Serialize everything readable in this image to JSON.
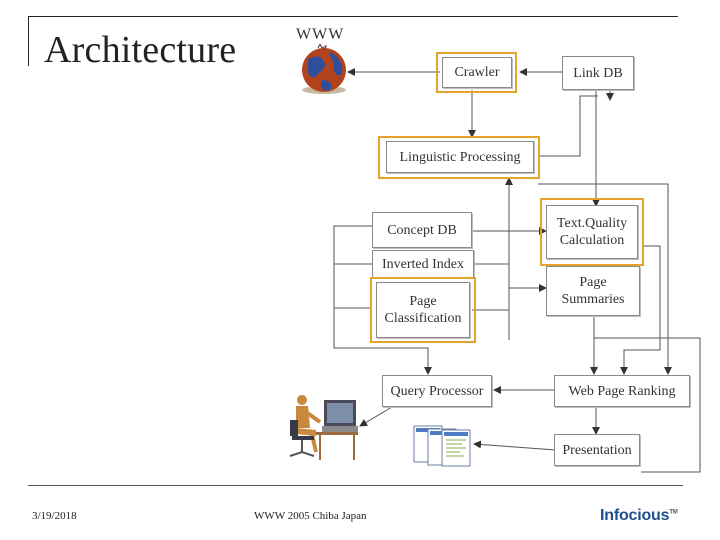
{
  "slide": {
    "title": "Architecture",
    "footer_date": "3/19/2018",
    "footer_center": "WWW 2005 Chiba Japan",
    "brand": "Infocious",
    "brand_mark": "TM"
  },
  "diagram": {
    "www_label": "WWW",
    "nodes": {
      "crawler": "Crawler",
      "link_db": "Link DB",
      "linguistic": "Linguistic Processing",
      "concept_db": "Concept DB",
      "inverted_index": "Inverted Index",
      "page_class_1": "Page",
      "page_class_2": "Classification",
      "text_quality_1": "Text.Quality",
      "text_quality_2": "Calculation",
      "page_summ_1": "Page",
      "page_summ_2": "Summaries",
      "query_processor": "Query Processor",
      "web_page_ranking": "Web Page Ranking",
      "presentation": "Presentation"
    },
    "icons": [
      "globe-icon",
      "user-at-computer-icon",
      "result-pages-icon"
    ]
  }
}
